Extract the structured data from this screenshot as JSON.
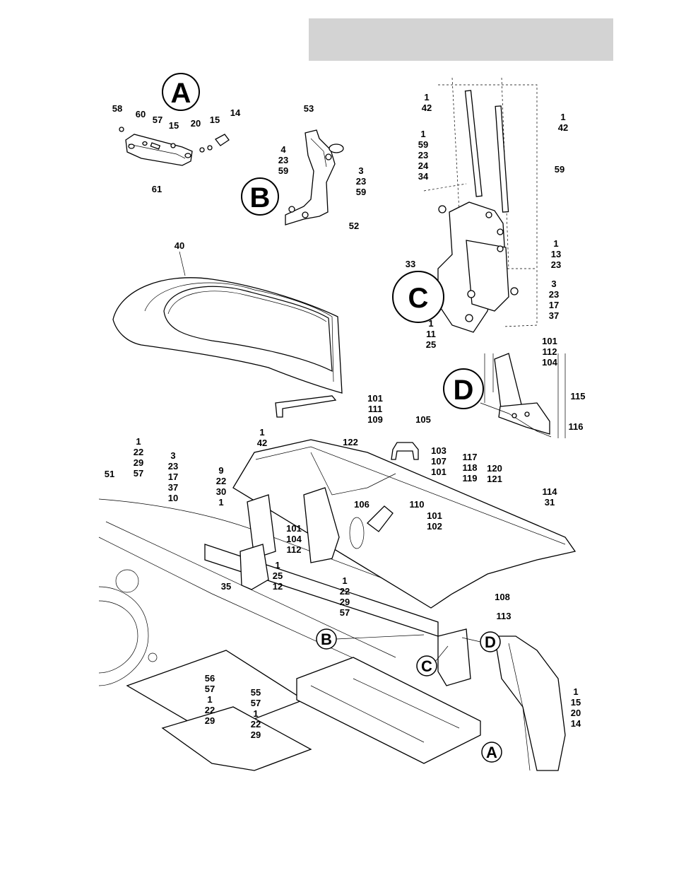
{
  "callouts": {
    "A": {
      "letter": "A",
      "labels": [
        "58",
        "60",
        "57",
        "15",
        "20",
        "15",
        "14",
        "61"
      ]
    },
    "B": {
      "letter": "B",
      "labels": [
        "53",
        "4\n23\n59",
        "3\n23\n59",
        "52"
      ]
    },
    "C": {
      "letter": "C",
      "labels": [
        "1\n42",
        "1\n42",
        "1\n59\n23\n24\n34",
        "59",
        "33",
        "1\n13\n23",
        "3\n23\n17\n37",
        "1\n11\n25"
      ]
    },
    "D": {
      "letter": "D",
      "labels": [
        "101\n112\n104",
        "115",
        "116"
      ]
    }
  },
  "canopy_label": "40",
  "main_labels": [
    "101\n111\n109",
    "105",
    "122",
    "103\n107\n101",
    "117\n118\n119",
    "120\n121",
    "114\n31",
    "1\n42",
    "1\n22\n29\n57",
    "51",
    "3\n23\n17\n37\n10",
    "9\n22\n30\n1",
    "106",
    "110",
    "101\n102",
    "101\n104\n112",
    "1\n25\n12",
    "35",
    "1\n22\n29\n57",
    "108",
    "113",
    "56\n57\n1\n22\n29",
    "55\n57\n1\n22\n29",
    "1\n15\n20\n14"
  ],
  "location_markers": [
    "B",
    "C",
    "D",
    "A"
  ]
}
